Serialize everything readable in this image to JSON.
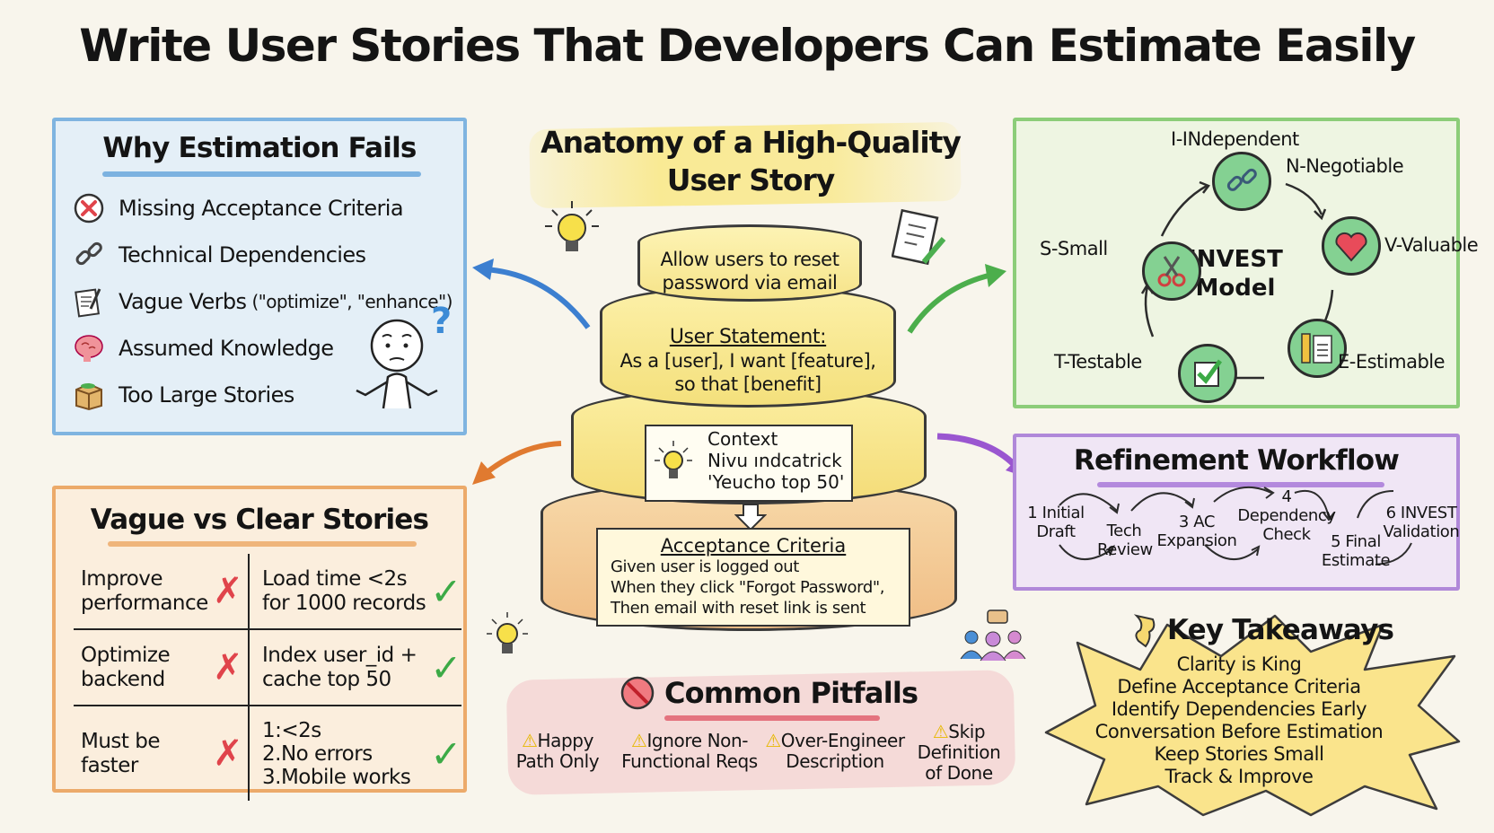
{
  "title": "Write User Stories That Developers Can Estimate Easily",
  "why_fails": {
    "title": "Why Estimation Fails",
    "items": [
      {
        "icon": "x-circle-icon",
        "label": "Missing Acceptance Criteria",
        "extra": ""
      },
      {
        "icon": "broken-link-icon",
        "label": "Technical Dependencies",
        "extra": ""
      },
      {
        "icon": "document-pencil-icon",
        "label": "Vague Verbs",
        "extra": "(\"optimize\", \"enhance\")"
      },
      {
        "icon": "brain-icon",
        "label": "Assumed Knowledge",
        "extra": ""
      },
      {
        "icon": "box-icon",
        "label": "Too Large Stories",
        "extra": ""
      }
    ],
    "figure_mark": "?"
  },
  "vague_vs_clear": {
    "title": "Vague vs Clear Stories",
    "rows": [
      {
        "vague": "Improve performance",
        "clear": "Load time <2s for 1000 records"
      },
      {
        "vague": "Optimize backend",
        "clear": "Index user_id + cache top 50"
      },
      {
        "vague": "Must be faster",
        "clear": "1:<2s\n2.No errors\n3.Mobile works"
      }
    ],
    "x_mark": "✗",
    "check_mark": "✓"
  },
  "anatomy": {
    "title_line1": "Anatomy of a High-Quality",
    "title_line2": "User Story",
    "top": "Allow users to reset password via email",
    "statement_title": "User Statement:",
    "statement_line1": "As a [user], I want [feature],",
    "statement_line2": "so that [benefit]",
    "context_title": "Context",
    "context_line1": "Nivu ındcatrick",
    "context_line2": "'Yeucho top 50'",
    "ac_title": "Acceptance Criteria",
    "ac_line1": "Given user is logged out",
    "ac_line2": "When they click \"Forgot Password\",",
    "ac_line3": "Then email with reset link is sent"
  },
  "invest": {
    "center_line1": "INVEST",
    "center_line2": "Model",
    "nodes": [
      {
        "key": "I",
        "label": "I-INdependent",
        "icon": "broken-link-icon"
      },
      {
        "key": "N",
        "label": "N-Negotiable",
        "icon": ""
      },
      {
        "key": "V",
        "label": "V-Valuable",
        "icon": "heart-icon"
      },
      {
        "key": "E",
        "label": "E-Estimable",
        "icon": "ruler-clipboard-icon"
      },
      {
        "key": "T",
        "label": "T-Testable",
        "icon": "checkbox-icon"
      },
      {
        "key": "S",
        "label": "S-Small",
        "icon": "scissors-icon"
      }
    ]
  },
  "refinement": {
    "title": "Refinement Workflow",
    "steps": [
      {
        "label": "1 Initial\nDraft"
      },
      {
        "label": "Tech\nReview"
      },
      {
        "label": "3 AC\nExpansion"
      },
      {
        "label": "4\nDependency\nCheck"
      },
      {
        "label": "5 Final\nEstimate"
      },
      {
        "label": "6 INVEST\nValidation"
      }
    ]
  },
  "pitfalls": {
    "title": "Common Pitfalls",
    "items": [
      {
        "label": "Happy\nPath Only"
      },
      {
        "label": "Ignore Non-\nFunctional Reqs"
      },
      {
        "label": "Over-Engineer\nDescription"
      },
      {
        "label": "Skip\nDefinition\nof Done"
      }
    ]
  },
  "takeaways": {
    "title": "Key Takeaways",
    "items": [
      "Clarity is King",
      "Define Acceptance Criteria",
      "Identify Dependencies Early",
      "Conversation Before Estimation",
      "Keep Stories Small",
      "Track & Improve"
    ]
  },
  "colors": {
    "blue_panel": "#7fb4e0",
    "orange_panel": "#ecaa6a",
    "green_panel": "#8ccd79",
    "purple_panel": "#b088d9",
    "pink_panel": "#f0aab4",
    "yellow_highlight": "#fae25a"
  }
}
